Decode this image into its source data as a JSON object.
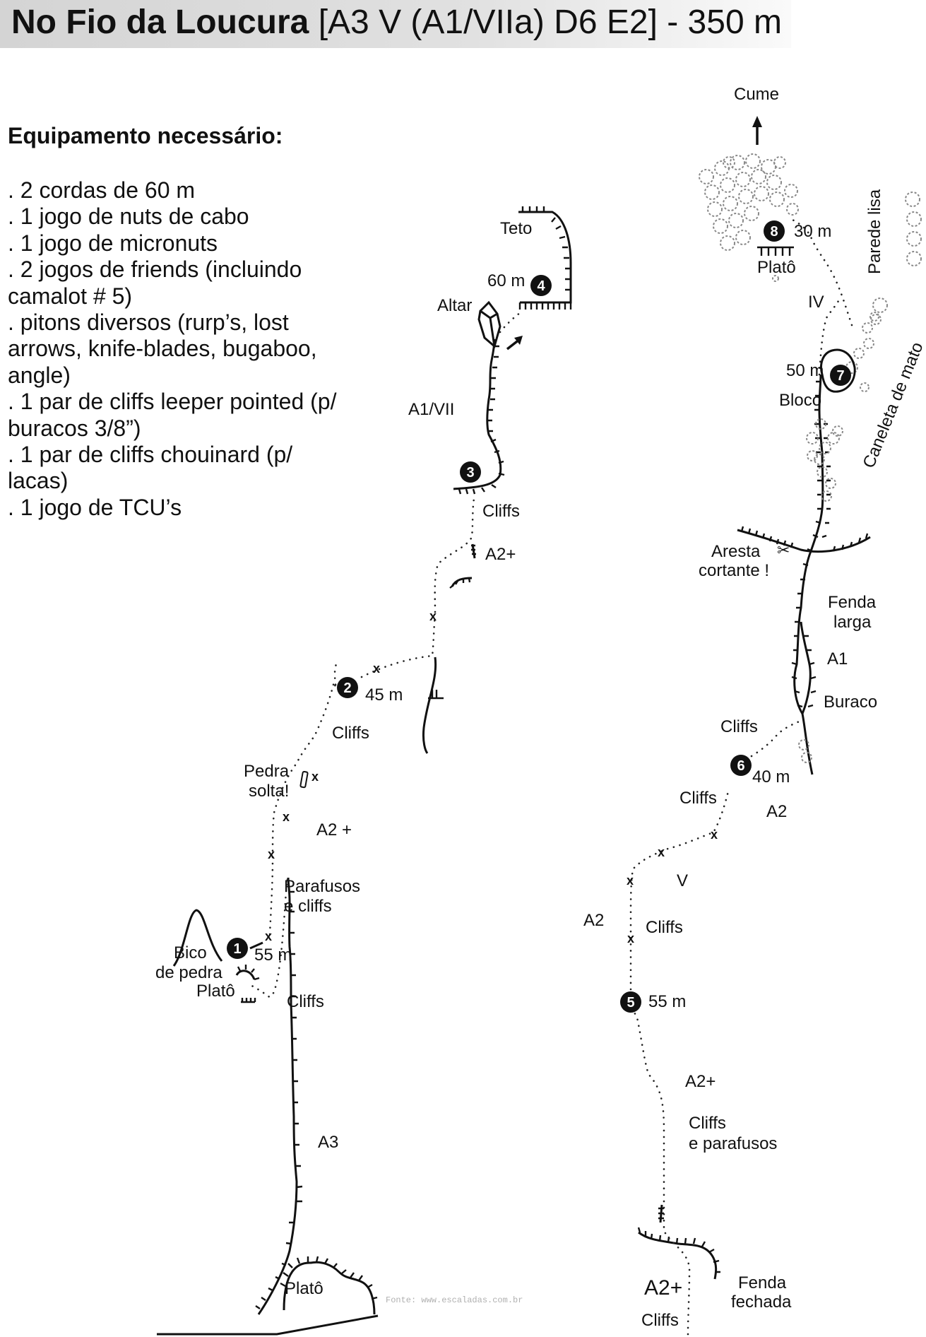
{
  "title": {
    "name": "No Fio da Loucura",
    "grade": "[A3 V (A1/VIIa) D6 E2] - 350 m"
  },
  "equipment": {
    "heading": "Equipamento necessário:",
    "items": [
      ". 2 cordas de 60 m",
      ". 1 jogo de nuts de cabo",
      ". 1 jogo de micronuts",
      ". 2 jogos de friends (incluindo camalot # 5)",
      ". pitons diversos (rurp’s, lost arrows, knife-blades, bugaboo, angle)",
      ". 1 par de cliffs leeper pointed (p/ buracos 3/8”)",
      ". 1 par de cliffs chouinard (p/ lacas)",
      ". 1 jogo de TCU’s"
    ]
  },
  "topo": {
    "left": {
      "base_label": "Platô",
      "grade_a3": "A3",
      "cliffs_1": "Cliffs",
      "belay1_num": "1",
      "belay1_len": "55 m",
      "bico_1": "Bico",
      "bico_2": "de pedra",
      "plato_1": "Platô",
      "parafusos_1": "Parafusos",
      "parafusos_2": "e cliffs",
      "grade_a2p_1": "A2 +",
      "pedra_1": "Pedra",
      "pedra_2": "solta!",
      "cliffs_2": "Cliffs",
      "belay2_num": "2",
      "belay2_len": "45 m",
      "grade_a2p_2": "A2+",
      "cliffs_3": "Cliffs",
      "belay3_num": "3",
      "grade_a1vii": "A1/VII",
      "altar": "Altar",
      "belay4_num": "4",
      "belay4_len": "60 m",
      "teto": "Teto"
    },
    "right": {
      "cliffs_bottom": "Cliffs",
      "grade_a2p_bottom": "A2+",
      "fenda_1": "Fenda",
      "fenda_2": "fechada",
      "cliffs_par_1": "Cliffs",
      "cliffs_par_2": "e parafusos",
      "grade_a2p_mid": "A2+",
      "belay5_num": "5",
      "belay5_len": "55 m",
      "grade_a2_left": "A2",
      "cliffs_5": "Cliffs",
      "grade_v": "V",
      "cliffs_6": "Cliffs",
      "grade_a2_right": "A2",
      "belay6_num": "6",
      "belay6_len": "40 m",
      "cliffs_7": "Cliffs",
      "buraco": "Buraco",
      "grade_a1": "A1",
      "fenda_larga_1": "Fenda",
      "fenda_larga_2": "larga",
      "aresta_1": "Aresta",
      "aresta_2": "cortante !",
      "caneleta": "Caneleta de mato",
      "bloco": "Bloco",
      "belay7_num": "7",
      "belay7_len": "50 m",
      "grade_iv": "IV",
      "plato": "Platô",
      "belay8_num": "8",
      "belay8_len": "30 m",
      "parede_lisa": "Parede lisa",
      "cume": "Cume"
    },
    "bolt_mark": "x"
  },
  "source": "Fonte: www.escaladas.com.br"
}
